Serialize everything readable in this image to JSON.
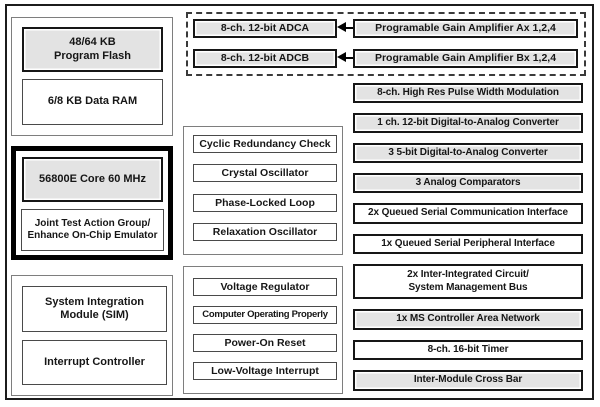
{
  "colors": {
    "box_fill_gray": "#e3e3e3",
    "box_fill_white": "#ffffff",
    "border_dark": "#161616",
    "border_mid": "#4a4a4a",
    "group_border": "#7e7e7e",
    "frame_border": "#1c1c1c"
  },
  "memory_group": {
    "program_flash": "48/64 KB\nProgram Flash",
    "data_ram": "6/8 KB Data RAM"
  },
  "core_group": {
    "core": "56800E Core 60 MHz",
    "jtag": "Joint Test Action Group/\nEnhance On-Chip Emulator"
  },
  "system_group": {
    "sim": "System Integration\nModule (SIM)",
    "interrupt_controller": "Interrupt Controller"
  },
  "adc_group": {
    "adca": "8-ch. 12-bit ADCA",
    "adcb": "8-ch. 12-bit ADCB",
    "pga_ax": "Programable Gain Amplifier Ax 1,2,4",
    "pga_bx": "Programable Gain Amplifier Bx 1,2,4"
  },
  "clock_group": {
    "crc": "Cyclic Redundancy Check",
    "crystal_osc": "Crystal Oscillator",
    "pll": "Phase-Locked Loop",
    "relaxation_osc": "Relaxation Oscillator"
  },
  "power_group": {
    "voltage_regulator": "Voltage Regulator",
    "cop": "Computer Operating Properly",
    "power_on_reset": "Power-On Reset",
    "low_voltage_interrupt": "Low-Voltage Interrupt"
  },
  "peripherals": [
    {
      "label": "8-ch. High Res Pulse Width Modulation",
      "fill": "gray"
    },
    {
      "label": "1 ch. 12-bit Digital-to-Analog Converter",
      "fill": "gray"
    },
    {
      "label": "3 5-bit Digital-to-Analog Converter",
      "fill": "gray"
    },
    {
      "label": "3 Analog Comparators",
      "fill": "gray"
    },
    {
      "label": "2x Queued Serial Communication Interface",
      "fill": "white"
    },
    {
      "label": "1x Queued Serial Peripheral Interface",
      "fill": "white"
    },
    {
      "label": "2x Inter-Integrated Circuit/\nSystem Management Bus",
      "fill": "white"
    },
    {
      "label": "1x MS Controller Area Network",
      "fill": "gray"
    },
    {
      "label": "8-ch. 16-bit Timer",
      "fill": "white"
    },
    {
      "label": "Inter-Module Cross Bar",
      "fill": "gray"
    }
  ]
}
